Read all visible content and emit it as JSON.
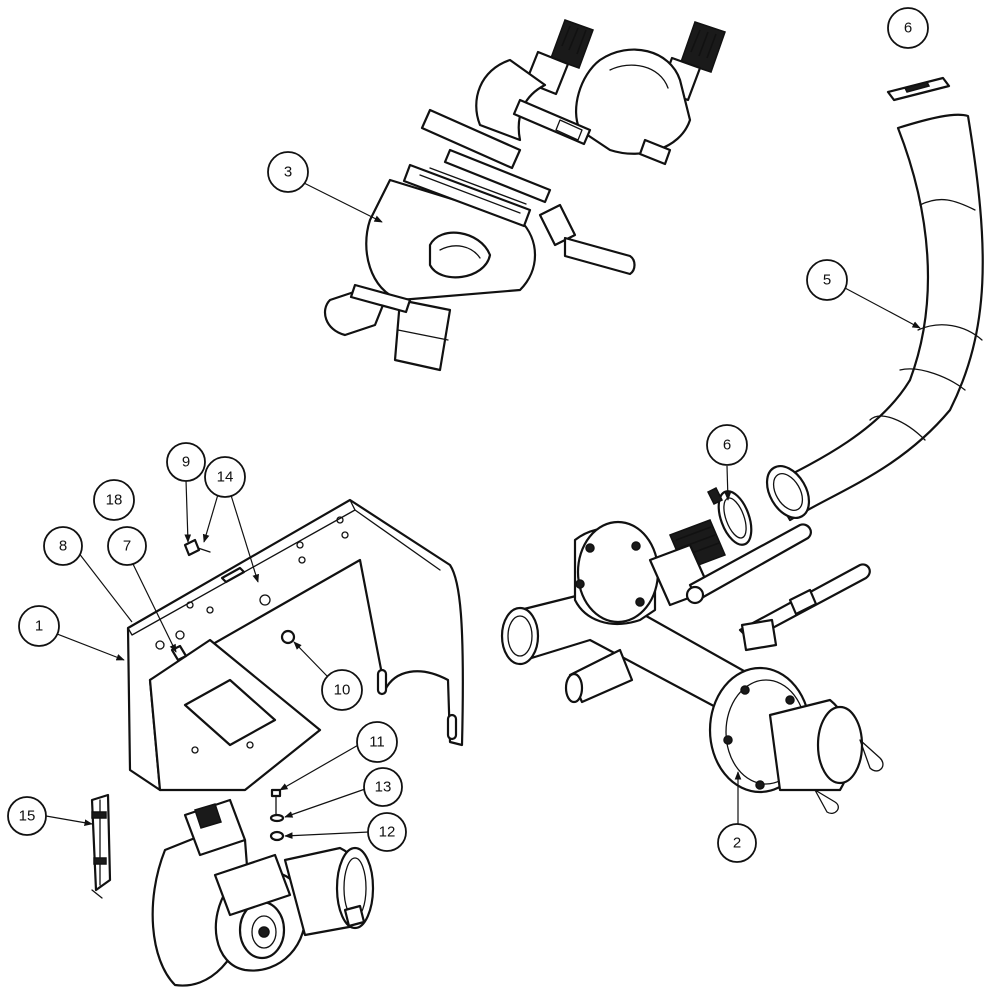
{
  "callouts": [
    {
      "id": "c1",
      "label": "1"
    },
    {
      "id": "c2",
      "label": "2"
    },
    {
      "id": "c3",
      "label": "3"
    },
    {
      "id": "c5",
      "label": "5"
    },
    {
      "id": "c6a",
      "label": "6"
    },
    {
      "id": "c6b",
      "label": "6"
    },
    {
      "id": "c7",
      "label": "7"
    },
    {
      "id": "c8",
      "label": "8"
    },
    {
      "id": "c9",
      "label": "9"
    },
    {
      "id": "c10",
      "label": "10"
    },
    {
      "id": "c11",
      "label": "11"
    },
    {
      "id": "c12",
      "label": "12"
    },
    {
      "id": "c13",
      "label": "13"
    },
    {
      "id": "c14",
      "label": "14"
    },
    {
      "id": "c15",
      "label": "15"
    },
    {
      "id": "c18",
      "label": "18"
    }
  ]
}
